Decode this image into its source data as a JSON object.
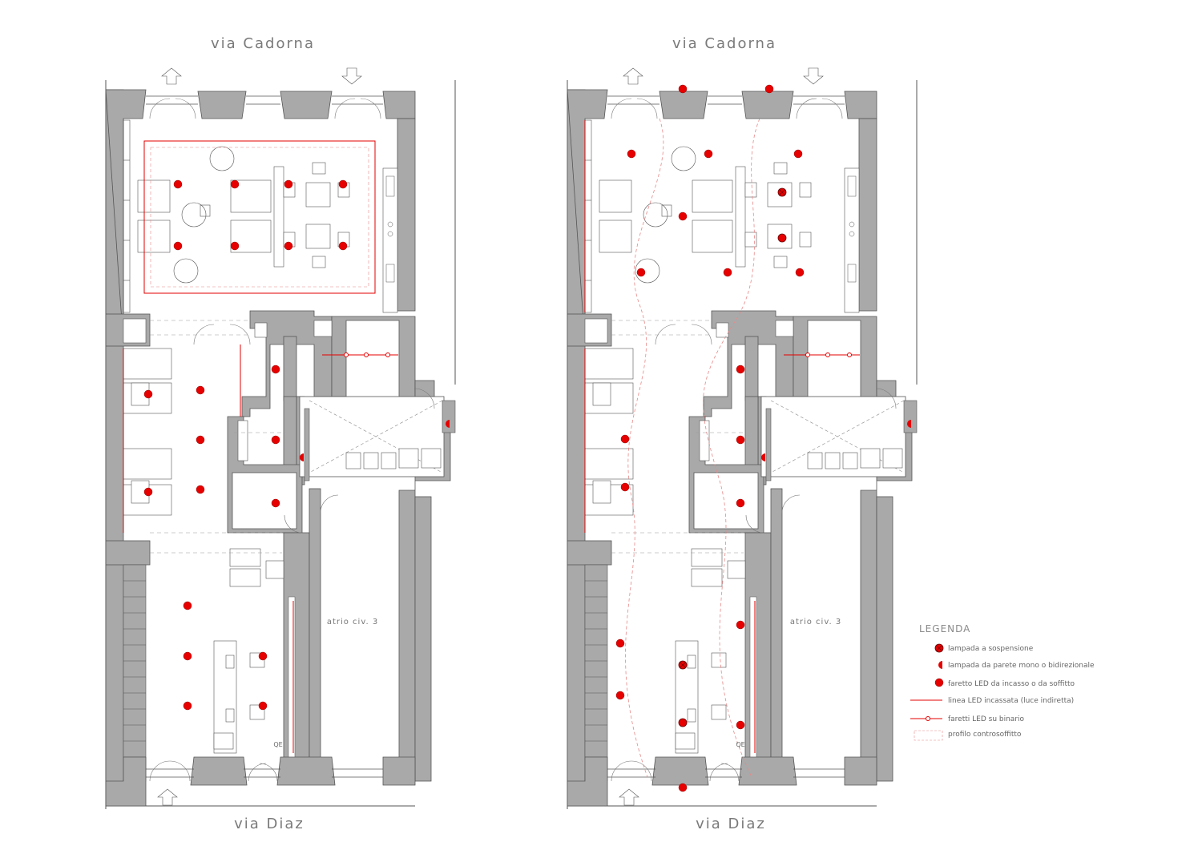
{
  "plans": [
    {
      "street_top": "via Cadorna",
      "street_bottom": "via Diaz",
      "room_label": "atrio civ. 3",
      "panel_label": "QE"
    },
    {
      "street_top": "via Cadorna",
      "street_bottom": "via Diaz",
      "room_label": "atrio civ. 3",
      "panel_label": "QE"
    }
  ],
  "legend": {
    "title": "LEGENDA",
    "items": [
      {
        "label": "lampada a sospensione",
        "icon": "pendant-lamp-icon"
      },
      {
        "label": "lampada da parete mono o bidirezionale",
        "icon": "wall-lamp-icon"
      },
      {
        "label": "faretto LED da incasso o da soffitto",
        "icon": "recessed-spot-icon"
      },
      {
        "label": "linea LED incassata (luce indiretta)",
        "icon": "led-line-icon"
      },
      {
        "label": "faretti LED su binario",
        "icon": "track-spot-icon"
      },
      {
        "label": "profilo controsoffitto",
        "icon": "false-ceiling-icon"
      }
    ]
  },
  "colors": {
    "wall": "#a9a9a9",
    "line": "#4a4a4a",
    "light": "#e60000",
    "dashed": "#e88888"
  }
}
